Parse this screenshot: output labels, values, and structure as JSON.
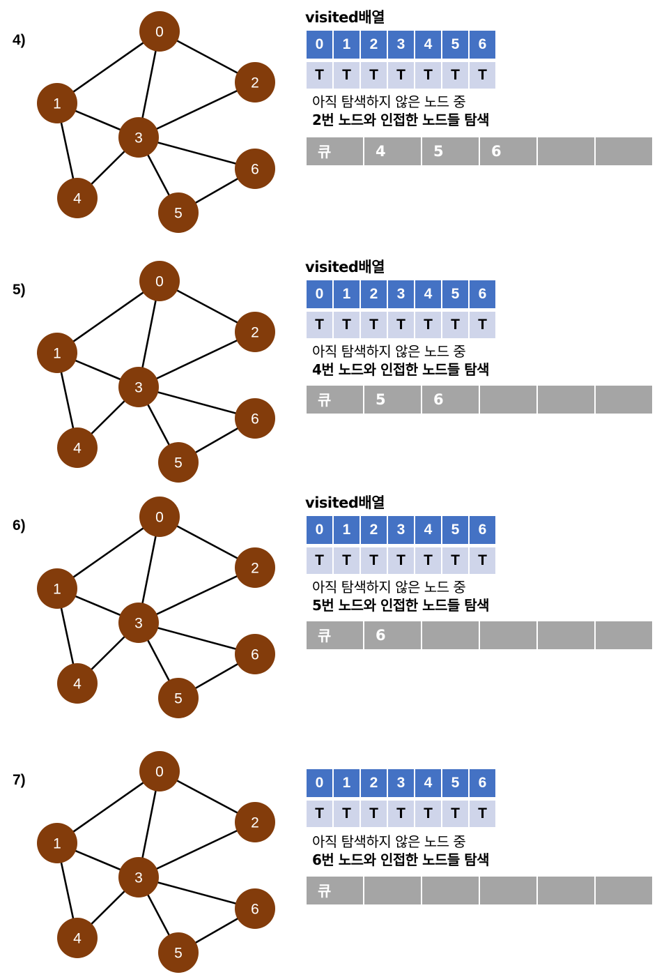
{
  "steps": [
    {
      "label": "4)",
      "visited_title": "visited배열",
      "indices": [
        "0",
        "1",
        "2",
        "3",
        "4",
        "5",
        "6"
      ],
      "values": [
        "T",
        "T",
        "T",
        "T",
        "T",
        "T",
        "T"
      ],
      "desc_line1": "아직 탐색하지 않은 노드 중",
      "desc_line2": "2번 노드와 인접한 노드들 탐색",
      "queue": [
        "큐",
        "4",
        "5",
        "6",
        "",
        ""
      ]
    },
    {
      "label": "5)",
      "visited_title": "visited배열",
      "indices": [
        "0",
        "1",
        "2",
        "3",
        "4",
        "5",
        "6"
      ],
      "values": [
        "T",
        "T",
        "T",
        "T",
        "T",
        "T",
        "T"
      ],
      "desc_line1": "아직 탐색하지 않은 노드 중",
      "desc_line2": "4번 노드와 인접한 노드들 탐색",
      "queue": [
        "큐",
        "5",
        "6",
        "",
        "",
        ""
      ]
    },
    {
      "label": "6)",
      "visited_title": "visited배열",
      "indices": [
        "0",
        "1",
        "2",
        "3",
        "4",
        "5",
        "6"
      ],
      "values": [
        "T",
        "T",
        "T",
        "T",
        "T",
        "T",
        "T"
      ],
      "desc_line1": "아직 탐색하지 않은 노드 중",
      "desc_line2": "5번 노드와 인접한 노드들 탐색",
      "queue": [
        "큐",
        "6",
        "",
        "",
        "",
        ""
      ]
    },
    {
      "label": "7)",
      "visited_title": "",
      "indices": [
        "0",
        "1",
        "2",
        "3",
        "4",
        "5",
        "6"
      ],
      "values": [
        "T",
        "T",
        "T",
        "T",
        "T",
        "T",
        "T"
      ],
      "desc_line1": "아직 탐색하지 않은 노드 중",
      "desc_line2": "6번 노드와 인접한 노드들 탐색",
      "queue": [
        "큐",
        "",
        "",
        "",
        "",
        ""
      ]
    }
  ],
  "graph": {
    "nodes": [
      "0",
      "1",
      "2",
      "3",
      "4",
      "5",
      "6"
    ],
    "edges": [
      [
        "0",
        "1"
      ],
      [
        "0",
        "2"
      ],
      [
        "0",
        "3"
      ],
      [
        "1",
        "3"
      ],
      [
        "1",
        "4"
      ],
      [
        "2",
        "3"
      ],
      [
        "3",
        "4"
      ],
      [
        "3",
        "5"
      ],
      [
        "3",
        "6"
      ],
      [
        "5",
        "6"
      ]
    ]
  },
  "colors": {
    "node": "#833c0b",
    "index_cell": "#4472c4",
    "value_cell": "#cfd5ea",
    "queue_cell": "#a5a5a5"
  }
}
